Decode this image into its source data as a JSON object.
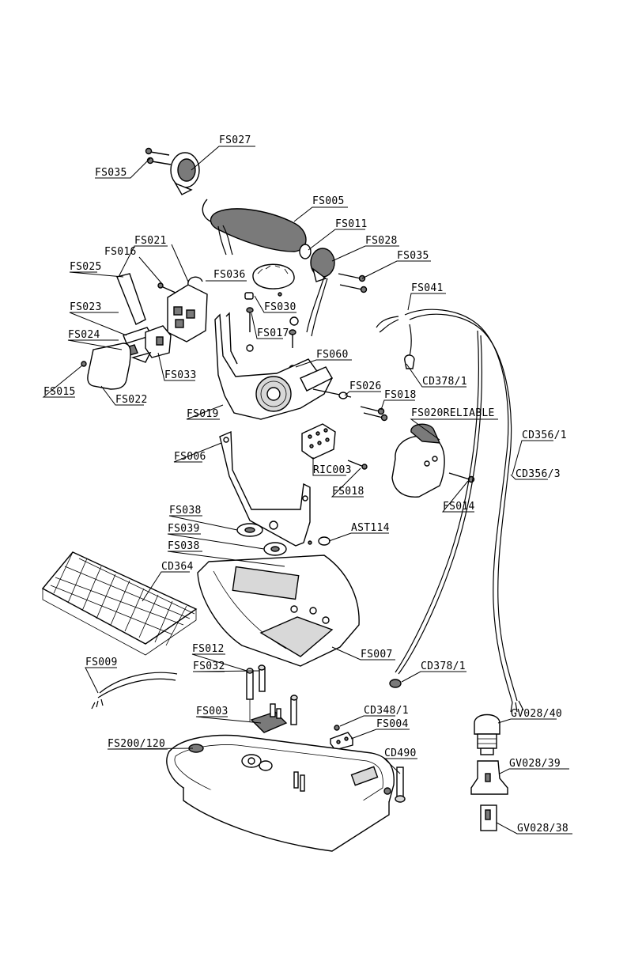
{
  "labels": {
    "FS027": "FS027",
    "FS035_top": "FS035",
    "FS005": "FS005",
    "FS011": "FS011",
    "FS028": "FS028",
    "FS035_right": "FS035",
    "FS021": "FS021",
    "FS016": "FS016",
    "FS025": "FS025",
    "FS036": "FS036",
    "FS030": "FS030",
    "FS023": "FS023",
    "FS024": "FS024",
    "FS017": "FS017",
    "FS060": "FS060",
    "FS015": "FS015",
    "FS022": "FS022",
    "FS033": "FS033",
    "FS041": "FS041",
    "CD378_1_top": "CD378/1",
    "FS026": "FS026",
    "FS018_top": "FS018",
    "FS019": "FS019",
    "FS020RELIABLE": "FS020RELIABLE",
    "CD356_1": "CD356/1",
    "FS006": "FS006",
    "RIC003": "RIC003",
    "FS018_mid": "FS018",
    "CD356_3": "CD356/3",
    "FS014": "FS014",
    "FS038_top": "FS038",
    "FS039": "FS039",
    "AST114": "AST114",
    "FS038_mid": "FS038",
    "CD364": "CD364",
    "FS007": "FS007",
    "FS012": "FS012",
    "FS009": "FS009",
    "FS032": "FS032",
    "CD378_1_bottom": "CD378/1",
    "FS003": "FS003",
    "CD348_1": "CD348/1",
    "GV028_40": "GV028/40",
    "FS004": "FS004",
    "FS200_120": "FS200/120",
    "CD490": "CD490",
    "GV028_39": "GV028/39",
    "GV028_38": "GV028/38"
  }
}
